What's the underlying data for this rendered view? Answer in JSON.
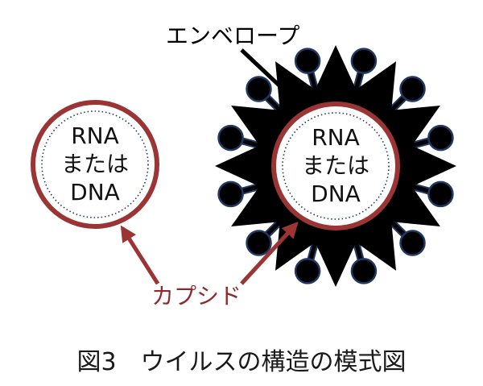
{
  "colors": {
    "capsid": "#9b3535",
    "envelope": "#000000",
    "spike_outline": "#1f3864",
    "genome_dots": "#1f3864",
    "label_black": "#000000",
    "label_red": "#8b2b2b",
    "caption": "#1a1a1a"
  },
  "labels": {
    "envelope": "エンベロープ",
    "capsid": "カプシド"
  },
  "left_particle": {
    "genome_lines": [
      "RNA",
      "または",
      "DNA"
    ]
  },
  "right_particle": {
    "genome_lines": [
      "RNA",
      "または",
      "DNA"
    ]
  },
  "caption": "図3　ウイルスの構造の模式図"
}
